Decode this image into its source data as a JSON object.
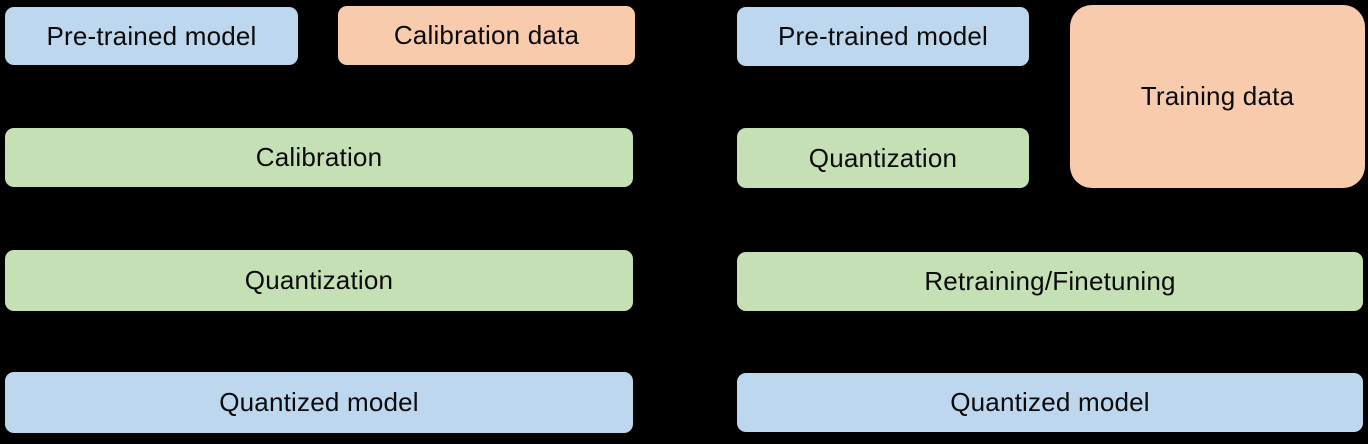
{
  "diagram": {
    "background_color": "#000000",
    "text_color": "#0a0a0a",
    "colors": {
      "model_box": "#BDD7EE",
      "data_box": "#F8CBAD",
      "process_box": "#C5E0B4"
    },
    "left_flow": {
      "pretrained_model": "Pre-trained model",
      "calibration_data": "Calibration data",
      "calibration": "Calibration",
      "quantization": "Quantization",
      "quantized_model": "Quantized model"
    },
    "right_flow": {
      "pretrained_model": "Pre-trained model",
      "training_data": "Training data",
      "quantization": "Quantization",
      "retraining_finetuning": "Retraining/Finetuning",
      "quantized_model": "Quantized model"
    }
  }
}
